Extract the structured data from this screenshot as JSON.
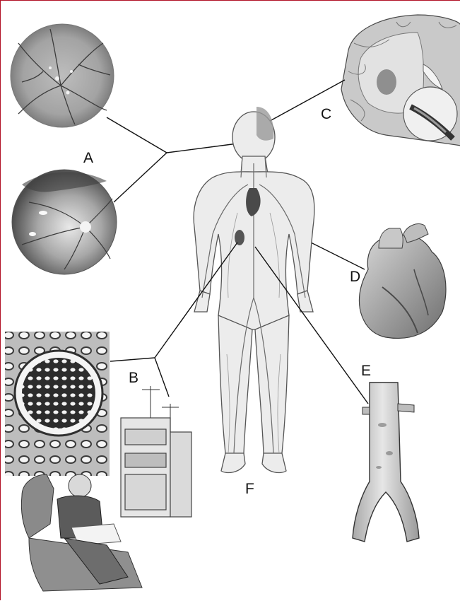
{
  "figure": {
    "labels": {
      "a": "A",
      "b": "B",
      "c": "C",
      "d": "D",
      "e": "E",
      "f": "F"
    },
    "colors": {
      "frame_border": "#b11226",
      "line": "#111111",
      "skin": "#e8e8e8",
      "vessel": "#555555"
    },
    "panels": [
      {
        "key": "a",
        "icon": "retina-fundus-icon"
      },
      {
        "key": "a",
        "icon": "retina-hemorrhage-icon"
      },
      {
        "key": "b",
        "icon": "kidney-glomerulus-icon"
      },
      {
        "key": "b",
        "icon": "dialysis-patient-icon"
      },
      {
        "key": "c",
        "icon": "brain-section-icon"
      },
      {
        "key": "d",
        "icon": "heart-icon"
      },
      {
        "key": "e",
        "icon": "aorta-bifurcation-icon"
      },
      {
        "key": "f",
        "icon": "human-vascular-body-icon"
      }
    ]
  }
}
